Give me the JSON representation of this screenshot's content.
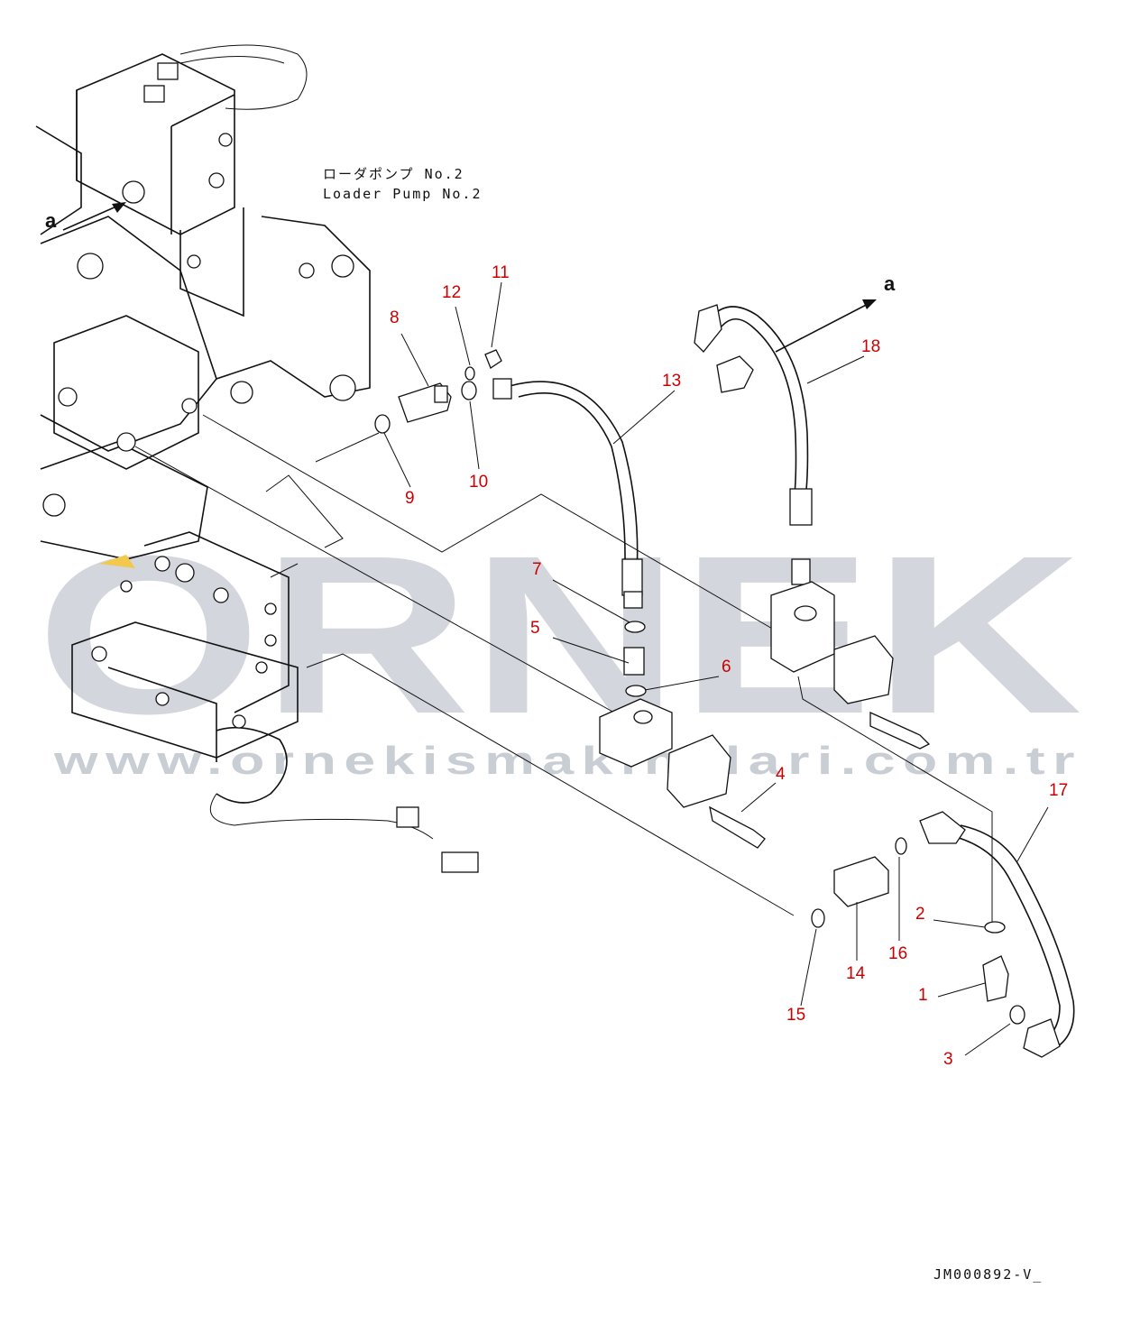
{
  "diagram": {
    "pump_label_jp": "ローダポンプ No.2",
    "pump_label_en": "Loader Pump No.2",
    "view_arrow_label": "a",
    "drawing_code": "JM000892-V_",
    "watermark_brand": "ORNEK",
    "watermark_url": "www.ornekismakinalari.com.tr",
    "callouts": [
      "1",
      "2",
      "3",
      "4",
      "5",
      "6",
      "7",
      "8",
      "9",
      "10",
      "11",
      "12",
      "13",
      "14",
      "15",
      "16",
      "17",
      "18"
    ],
    "callout_color": "#cc0000"
  }
}
